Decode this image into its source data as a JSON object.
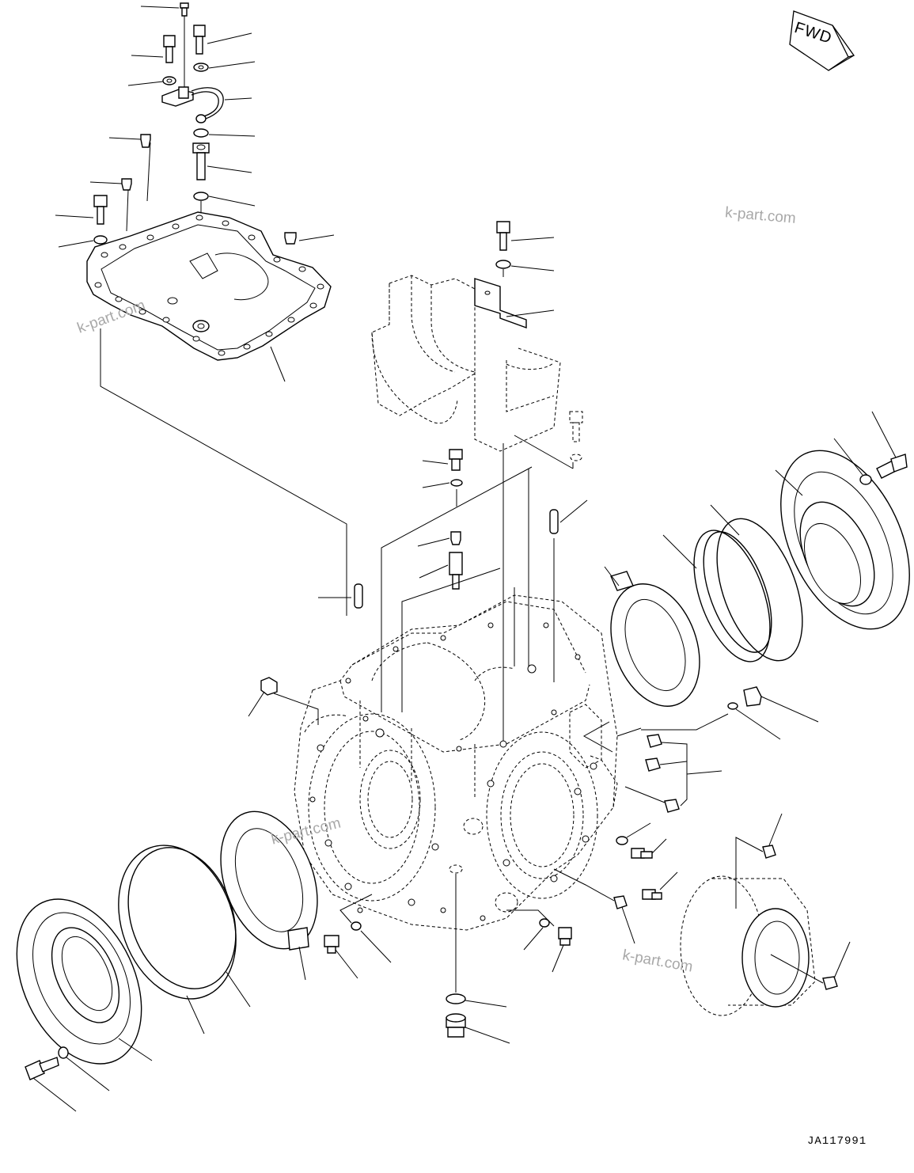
{
  "direction_marker": {
    "label": "FWD",
    "icon": "fwd-arrow-icon"
  },
  "watermarks": [
    "k-part.com",
    "k-part.com",
    "k-part.com",
    "k-part.com"
  ],
  "drawing_code": "JA117991"
}
